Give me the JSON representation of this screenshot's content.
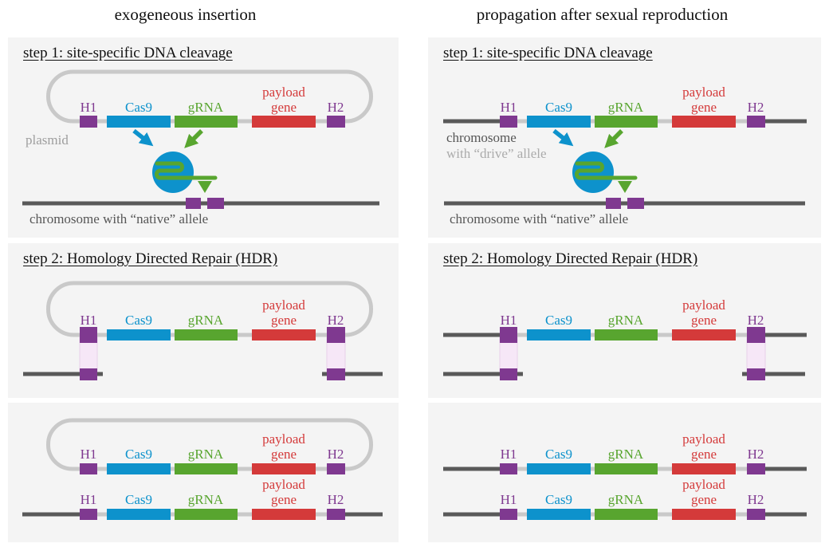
{
  "titles": {
    "left_column": "exogeneous insertion",
    "right_column": "propagation after sexual reproduction"
  },
  "steps": {
    "step1": "step 1: site-specific DNA cleavage",
    "step2": "step 2: Homology Directed Repair (HDR)"
  },
  "cassette": {
    "h1": "H1",
    "cas9": "Cas9",
    "grna": "gRNA",
    "payload_line1": "payload",
    "payload_line2": "gene",
    "h2": "H2"
  },
  "captions": {
    "plasmid": "plasmid",
    "chromosome": "chromosome",
    "drive_allele": "with “drive” allele",
    "native_allele": "chromosome with “native” allele"
  },
  "colors": {
    "cas9_blue": "#0d92cc",
    "grna_green": "#58a52f",
    "payload_red": "#d43a3a",
    "homology_purple": "#7f3990",
    "chromosome_dark_gray": "#595959",
    "plasmid_light_gray": "#c9c9c9",
    "homology_band_pink": "#f6e7f7",
    "panel_background": "#f4f4f4"
  }
}
